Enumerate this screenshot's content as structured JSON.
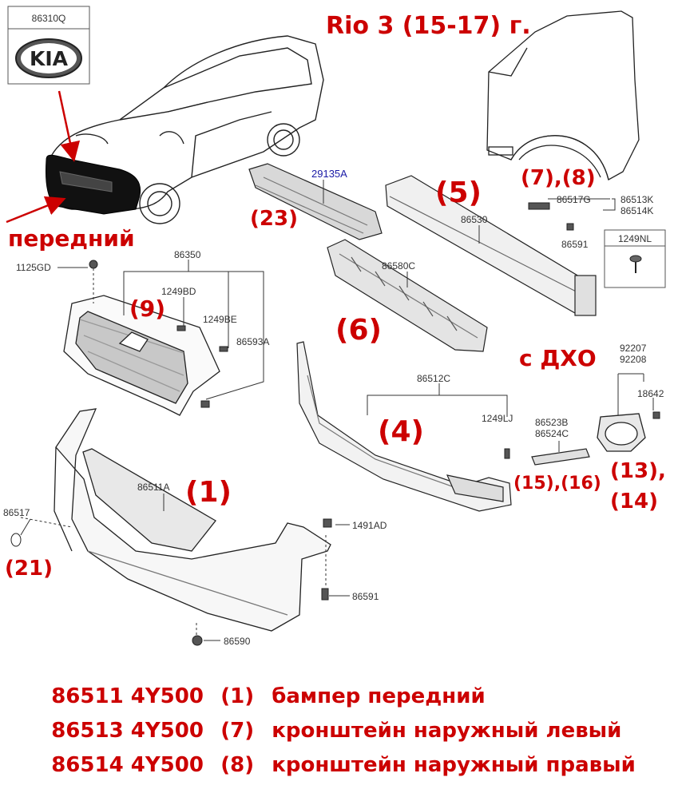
{
  "title": "Rio 3 (15-17) г.",
  "colors": {
    "accent": "#cc0000",
    "callout_blue": "#1a1aa6",
    "line": "#333333"
  },
  "logo_box": {
    "part_number": "86310Q",
    "logo_text": "KIA"
  },
  "labels": {
    "front": "передний",
    "drl": "с ДХО"
  },
  "part_numbers": {
    "p29135A": "29135A",
    "p86350": "86350",
    "p1125GD": "1125GD",
    "p1249BD": "1249BD",
    "p1249BE": "1249BE",
    "p86593A": "86593A",
    "p86580C": "86580C",
    "p86530": "86530",
    "p86517G": "86517G",
    "p86513K": "86513K",
    "p86514K": "86514K",
    "p86591a": "86591",
    "p1249NL": "1249NL",
    "p86512C": "86512C",
    "p1249LJ": "1249LJ",
    "p86523B": "86523B",
    "p86524C": "86524C",
    "p92207": "92207",
    "p92208": "92208",
    "p18642": "18642",
    "p86511A": "86511A",
    "p86517": "86517",
    "p1491AD": "1491AD",
    "p86591b": "86591",
    "p86590": "86590"
  },
  "refs": {
    "r1": "(1)",
    "r4": "(4)",
    "r5": "(5)",
    "r6": "(6)",
    "r9": "(9)",
    "r23": "(23)",
    "r78": "(7),(8)",
    "r1516": "(15),(16)",
    "r13": "(13),",
    "r14": "(14)",
    "r21": "(21)"
  },
  "parts_list": [
    {
      "number": "86511 4Y500",
      "ref": "(1)",
      "name": "бампер передний"
    },
    {
      "number": "86513 4Y500",
      "ref": "(7)",
      "name": "кронштейн наружный левый"
    },
    {
      "number": "86514 4Y500",
      "ref": "(8)",
      "name": "кронштейн наружный правый"
    }
  ]
}
